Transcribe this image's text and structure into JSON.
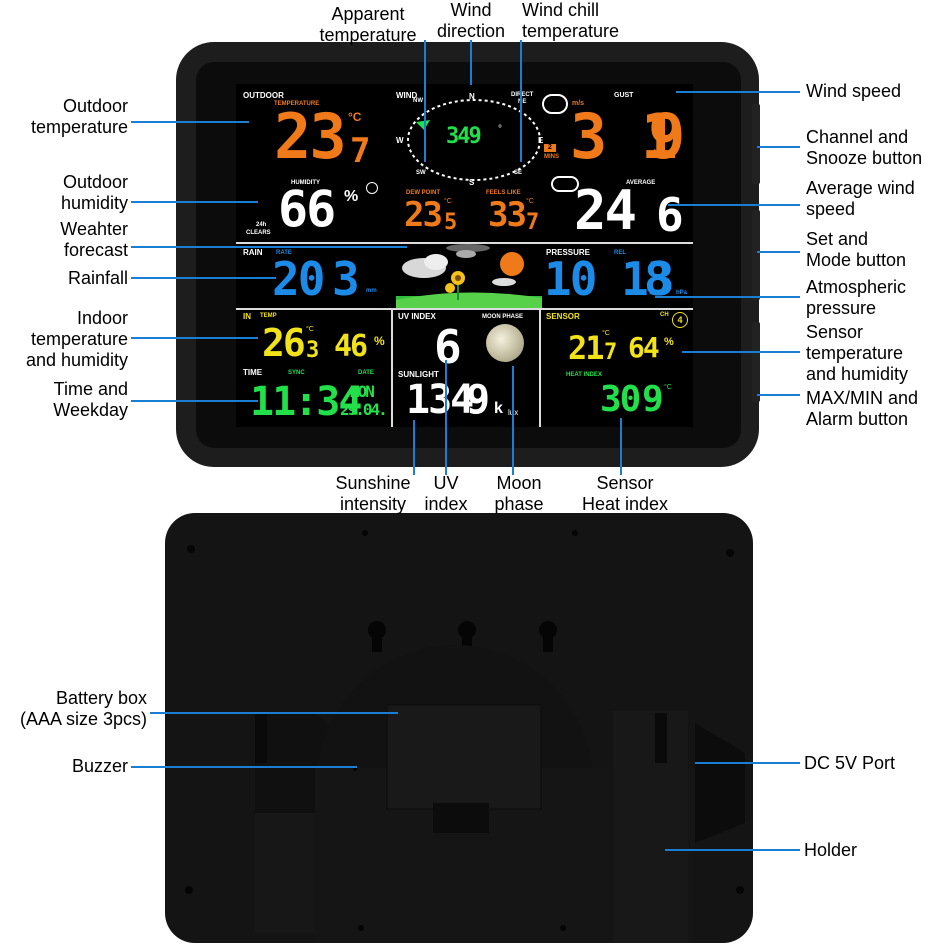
{
  "front_labels": {
    "apparent_temperature": [
      "Apparent",
      "temperature"
    ],
    "wind_direction": [
      "Wind",
      "direction"
    ],
    "wind_chill_temperature": [
      "Wind chill",
      "temperature"
    ],
    "outdoor_temperature": [
      "Outdoor",
      "temperature"
    ],
    "outdoor_humidity": [
      "Outdoor",
      "humidity"
    ],
    "weather_forecast": [
      "Weahter",
      "forecast"
    ],
    "rainfall": "Rainfall",
    "indoor_temp_humidity": [
      "Indoor",
      "temperature",
      "and humidity"
    ],
    "time_weekday": [
      "Time and",
      "Weekday"
    ],
    "wind_speed": "Wind speed",
    "channel_snooze": [
      "Channel and",
      "Snooze button"
    ],
    "average_wind_speed": [
      "Average wind",
      "speed"
    ],
    "set_mode": [
      "Set and",
      "Mode button"
    ],
    "atmospheric_pressure": [
      "Atmospheric",
      "pressure"
    ],
    "sensor_temp_humidity": [
      "Sensor",
      "temperature",
      "and humidity"
    ],
    "max_min_alarm": [
      "MAX/MIN and",
      "Alarm button"
    ],
    "sunshine_intensity": [
      "Sunshine",
      "intensity"
    ],
    "uv_index": [
      "UV",
      "index"
    ],
    "moon_phase": [
      "Moon",
      "phase"
    ],
    "sensor_heat_index": [
      "Sensor",
      "Heat index"
    ]
  },
  "back_labels": {
    "battery_box": [
      "Battery box",
      "(AAA size 3pcs)"
    ],
    "buzzer": "Buzzer",
    "dc_port": "DC 5V Port",
    "holder": "Holder"
  },
  "screen": {
    "outdoor": {
      "header": "OUTDOOR",
      "temp_label": "TEMPERATURE",
      "temp": "23",
      "temp_dec": "7",
      "temp_unit": "°C",
      "humidity_label": "HUMIDITY",
      "humidity": "66",
      "humidity_unit": "%",
      "clears_label": "24h",
      "clears": "CLEARS"
    },
    "wind": {
      "header": "WIND",
      "dir_label": "DIRECT",
      "direction": "349",
      "deg": "°",
      "compass": {
        "n": "N",
        "s": "S",
        "e": "E",
        "w": "W",
        "nw": "NW",
        "ne": "NE",
        "sw": "SW",
        "se": "SE"
      },
      "speed_unit": "m/s",
      "gust_label": "GUST",
      "gust": "3",
      "gust2": "1",
      "gust_dec": "9",
      "average_label": "AVERAGE",
      "average": "24",
      "average_dec": "6",
      "mins": "MINS",
      "mins_n": "2"
    },
    "dew": {
      "label": "DEW POINT",
      "value": "23",
      "dec": "5",
      "unit": "°C"
    },
    "feels": {
      "label": "FEELS LIKE",
      "value": "33",
      "dec": "7",
      "unit": "°C"
    },
    "rain": {
      "header": "RAIN",
      "rate_label": "RATE",
      "value": "20",
      "dec": "3",
      "unit": "mm"
    },
    "pressure": {
      "header": "PRESSURE",
      "rel_label": "REL",
      "value": "10 13",
      "dec": "8",
      "unit": "hPa"
    },
    "indoor": {
      "header": "IN",
      "temp_label": "TEMP",
      "temp": "26",
      "temp_dec": "3",
      "temp_unit": "°C",
      "humidity": "46",
      "humidity_unit": "%"
    },
    "time": {
      "header": "TIME",
      "sync_label": "SYNC",
      "date_label": "DATE",
      "value": "11:34",
      "weekday": "MON",
      "date": "29.04."
    },
    "uv": {
      "header": "UV INDEX",
      "value": "6",
      "moon_label": "MOON PHASE"
    },
    "sunlight": {
      "header": "SUNLIGHT",
      "value": "134",
      "dec": "9",
      "unit_k": "k",
      "unit_lux": "lux"
    },
    "sensor": {
      "header": "SENSOR",
      "ch_label": "CH",
      "ch": "4",
      "temp": "21",
      "temp_dec": "7",
      "temp_unit": "°C",
      "humidity": "64",
      "humidity_unit": "%",
      "heat_label": "HEAT INDEX",
      "heat": "30",
      "heat_dec": "9",
      "heat_unit": "°C"
    }
  },
  "colors": {
    "accent_line": "#1a7fd4",
    "orange": "#f07a1a",
    "blue": "#1c8be8",
    "green": "#22e04a",
    "yellow": "#f2e21a",
    "white": "#ffffff"
  }
}
